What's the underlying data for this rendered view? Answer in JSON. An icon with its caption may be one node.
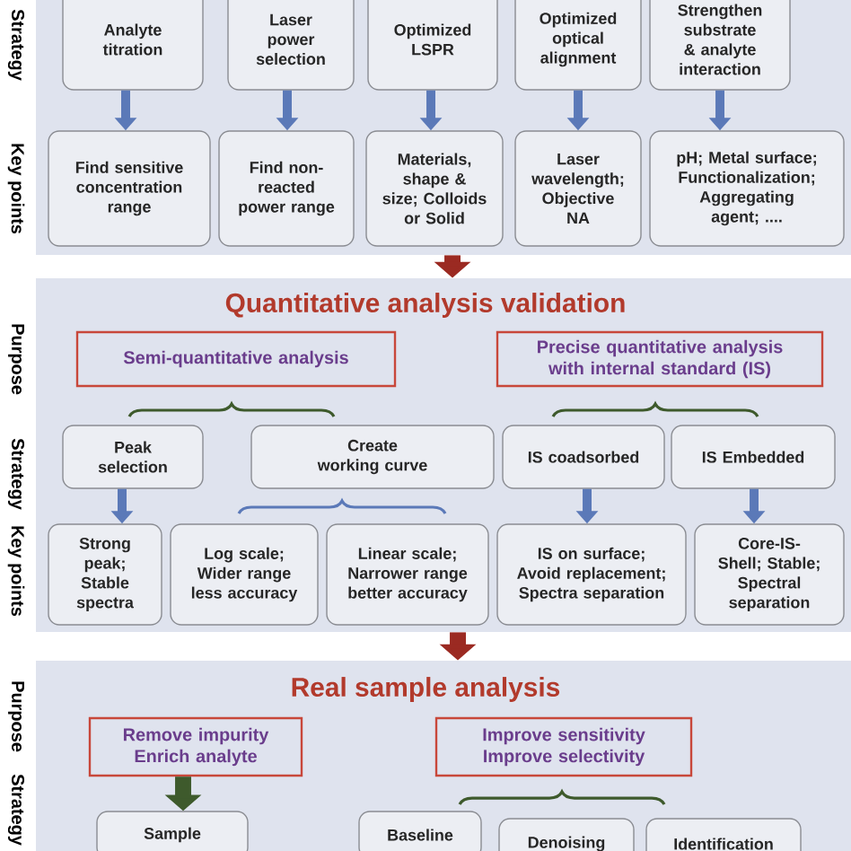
{
  "diagram": {
    "nodes": [
      {
        "text": [],
        "shape": "box"
      },
      {
        "text": [
          "Analyte titration"
        ],
        "in": 0
      },
      {
        "text": [
          "Laser power selection"
        ],
        "in": 0
      },
      {
        "text": [
          "Optimized LSPR"
        ],
        "in": 0
      },
      {
        "text": [
          "Optimized optical alignment"
        ],
        "in": 0
      },
      {
        "text": [
          "Strengthen substrate & analyte interaction"
        ],
        "in": 0
      },
      {
        "text": [
          "Find sensitive concentration range"
        ],
        "in": 0
      },
      {
        "text": [
          "Find non-reacted power range"
        ],
        "in": 0
      },
      {
        "text": [
          "Materials, shape & size; Colloids or Solid"
        ],
        "in": 0
      },
      {
        "text": [
          "Laser wavelength; Objective NA"
        ],
        "in": 0
      },
      {
        "text": [
          "pH; Metal surface; Functionalization; Aggregating agent; ...."
        ],
        "in": 0
      },
      {
        "text": [
          "Quantitative analysis validation"
        ]
      },
      {
        "text": [
          "Semi-quantitative analysis"
        ],
        "in": 11
      },
      {
        "text": [
          "Precise quantitative analysis with internal standard (IS)"
        ],
        "in": 11
      },
      {
        "text": [
          "Peak selection"
        ],
        "in": 11
      },
      {
        "text": [
          "Create working curve"
        ],
        "in": 11
      },
      {
        "text": [
          "IS coadsorbed"
        ],
        "in": 11
      },
      {
        "text": [
          "IS Embedded"
        ],
        "in": 11
      },
      {
        "text": [
          "Strong peak; Stable spectra"
        ],
        "in": 11
      },
      {
        "text": [
          "Log scale; Wider range less accuracy"
        ],
        "in": 11
      },
      {
        "text": [
          "Linear scale; Narrower range better accuracy"
        ],
        "in": 11
      },
      {
        "text": [
          "IS on surface; Avoid replacement; Spectra separation"
        ],
        "in": 11
      },
      {
        "text": [
          "Core-IS-Shell; Stable; Spectral separation"
        ],
        "in": 11
      },
      {
        "text": [
          "Real sample analysis"
        ]
      },
      {
        "text": [
          "Remove impurity Enrich analyte"
        ],
        "in": 23
      },
      {
        "text": [
          "Improve sensitivity Improve selectivity"
        ],
        "in": 23
      },
      {
        "text": [
          "Sample"
        ],
        "in": 23
      },
      {
        "text": [
          "Baseline"
        ],
        "in": 23
      },
      {
        "text": [
          "Denoising"
        ],
        "in": 23
      },
      {
        "text": [
          "Identification"
        ],
        "in": 23
      }
    ],
    "edges": [
      {
        "from": 1,
        "to": 6,
        "arrow": "to"
      },
      {
        "from": 2,
        "to": 7,
        "arrow": "to"
      },
      {
        "from": 3,
        "to": 8,
        "arrow": "to"
      },
      {
        "from": 4,
        "to": 9,
        "arrow": "to"
      },
      {
        "from": 5,
        "to": 10,
        "arrow": "to"
      },
      {
        "from": 0,
        "to": 11,
        "arrow": "to",
        "style": "thick",
        "color": "#9b2a22"
      },
      {
        "from": 14,
        "to": 18,
        "arrow": "to"
      },
      {
        "from": 16,
        "to": 21,
        "arrow": "to"
      },
      {
        "from": 17,
        "to": 22,
        "arrow": "to"
      },
      {
        "from": 11,
        "to": 23,
        "arrow": "to",
        "style": "thick",
        "color": "#9b2a22"
      },
      {
        "from": 24,
        "to": 26,
        "arrow": "to",
        "style": "thick",
        "color": "#3e5a2c"
      }
    ],
    "labels": [
      "Strategy",
      "Key points",
      "Purpose",
      "Strategy",
      "Key points",
      "Purpose",
      "Strategy"
    ]
  }
}
